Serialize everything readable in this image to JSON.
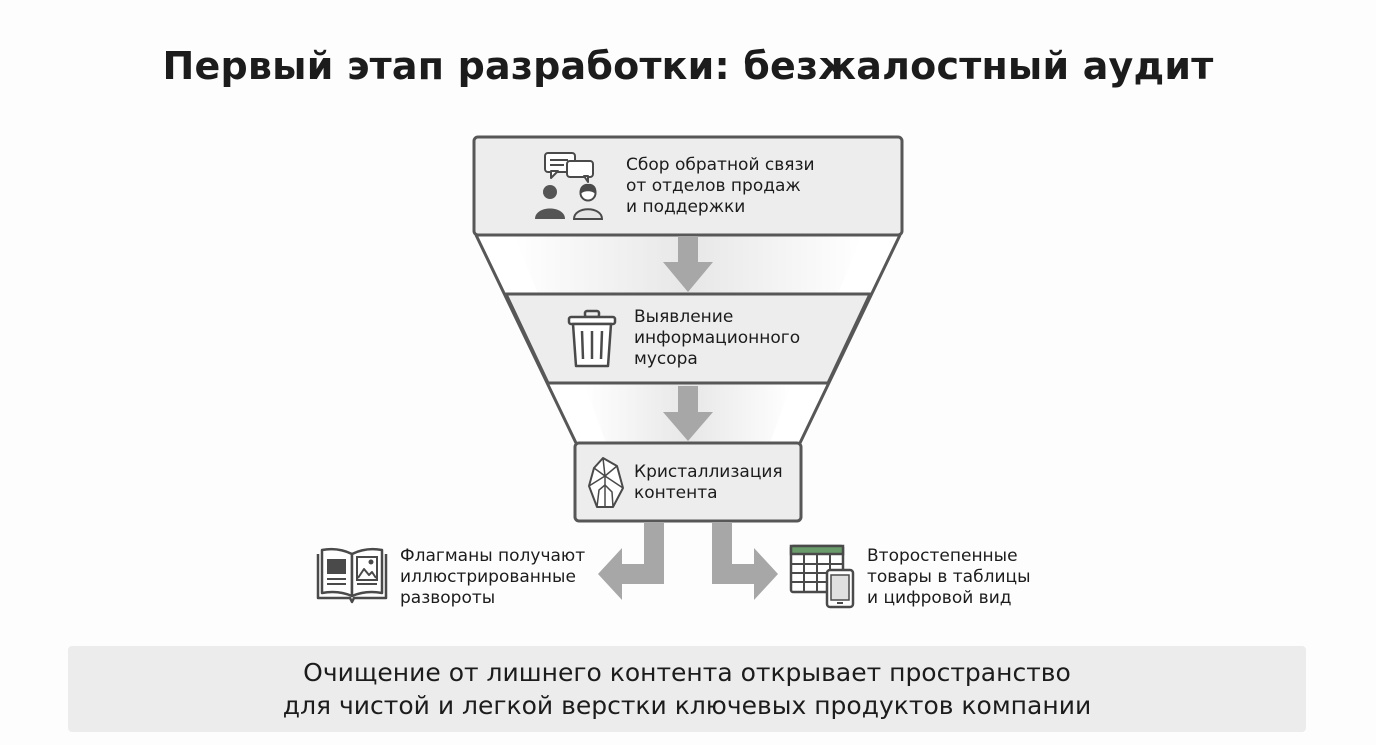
{
  "title": "Первый этап разработки: безжалостный аудит",
  "stages": [
    {
      "text": "Сбор обратной связи\nот отделов продаж\nи поддержки",
      "icon": "people-chat-icon"
    },
    {
      "text": "Выявление\nинформационного\nмусора",
      "icon": "trash-icon"
    },
    {
      "text": "Кристаллизация\nконтента",
      "icon": "crystal-icon"
    }
  ],
  "outputs": [
    {
      "text": "Флагманы получают\nиллюстрированные\nразвороты",
      "icon": "open-book-icon"
    },
    {
      "text": "Второстепенные\nтовары в таблицы\nи цифровой вид",
      "icon": "table-tablet-icon"
    }
  ],
  "footer": "Очищение от лишнего контента открывает пространство\nдля чистой и легкой верстки ключевых продуктов компании",
  "colors": {
    "box": "#ededed",
    "border": "#575757",
    "arrow": "#a7a7a7",
    "footer_bg": "#ececec"
  }
}
